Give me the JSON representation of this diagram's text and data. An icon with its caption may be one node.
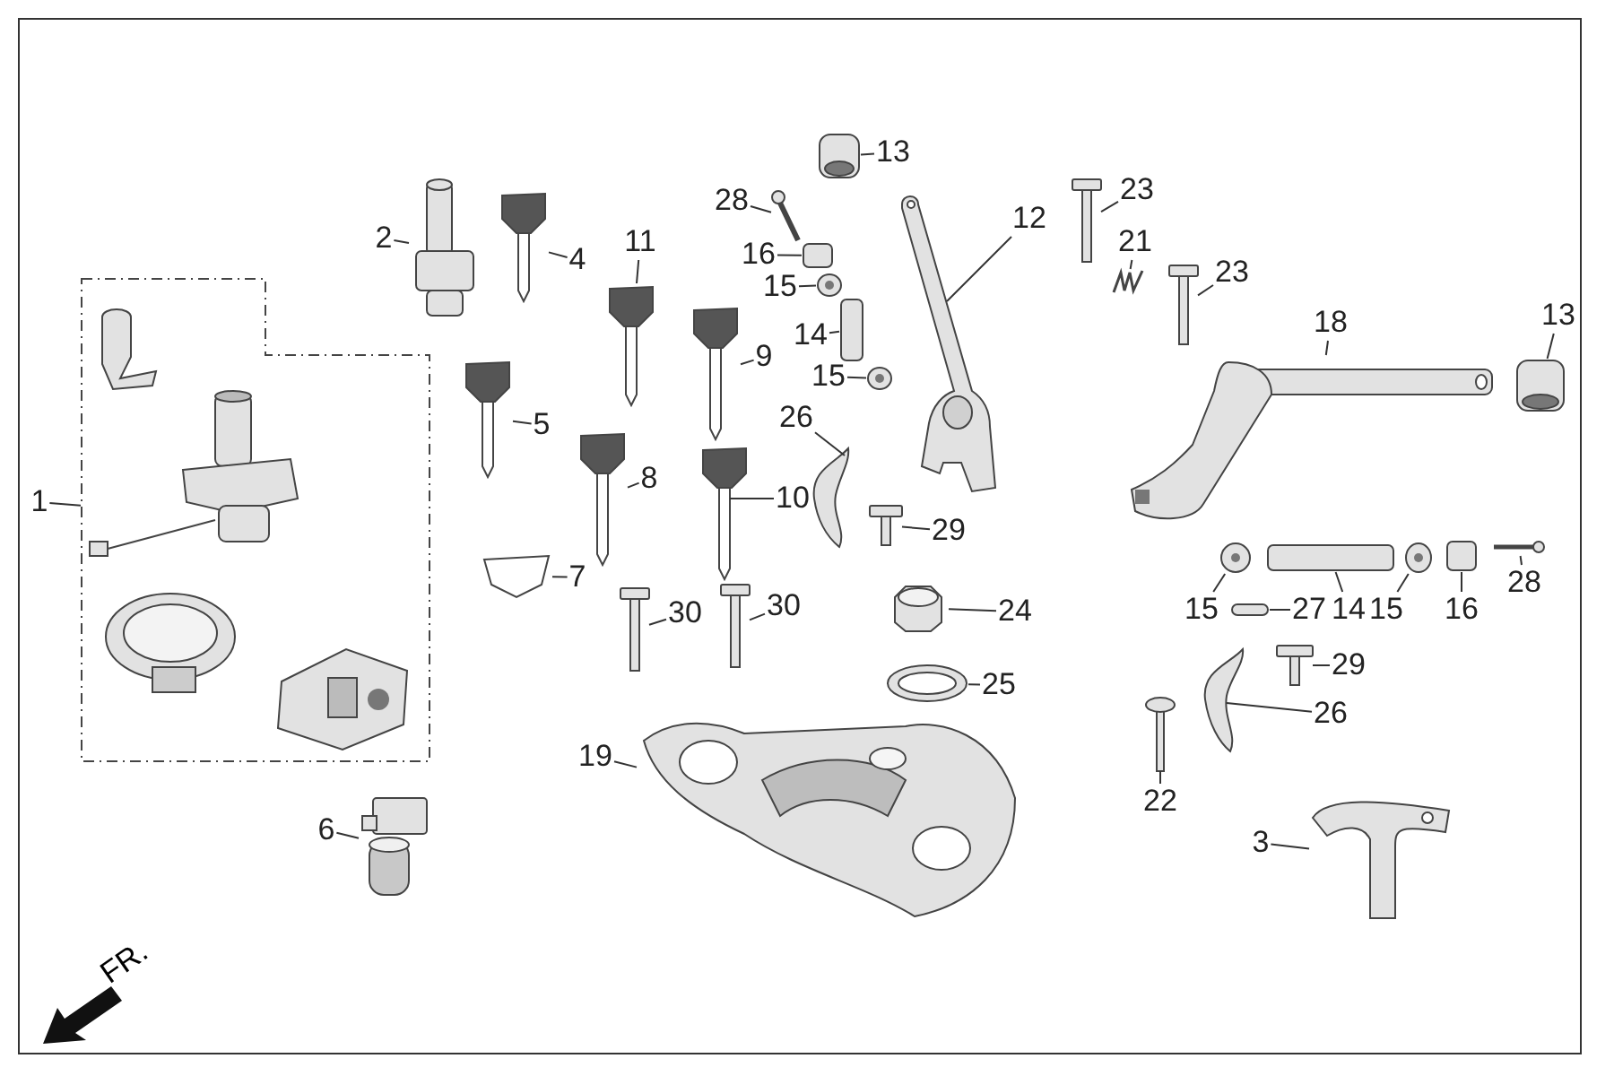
{
  "diagram": {
    "nodes": [
      {
        "text": [
          "1"
        ]
      },
      {
        "text": [],
        "shape": "picture"
      },
      {
        "text": [
          "2"
        ]
      },
      {
        "text": [],
        "shape": "picture"
      },
      {
        "text": [
          "3"
        ]
      },
      {
        "text": [],
        "shape": "picture"
      },
      {
        "text": [
          "4"
        ]
      },
      {
        "text": [],
        "shape": "picture"
      },
      {
        "text": [
          "5"
        ]
      },
      {
        "text": [],
        "shape": "picture"
      },
      {
        "text": [
          "6"
        ]
      },
      {
        "text": [],
        "shape": "picture"
      },
      {
        "text": [
          "7"
        ]
      },
      {
        "text": [],
        "shape": "picture"
      },
      {
        "text": [
          "8"
        ]
      },
      {
        "text": [],
        "shape": "picture"
      },
      {
        "text": [
          "9"
        ]
      },
      {
        "text": [],
        "shape": "picture"
      },
      {
        "text": [
          "10"
        ]
      },
      {
        "text": [],
        "shape": "picture"
      },
      {
        "text": [
          "11"
        ]
      },
      {
        "text": [],
        "shape": "picture"
      },
      {
        "text": [
          "12"
        ]
      },
      {
        "text": [],
        "shape": "picture"
      },
      {
        "text": [
          "13"
        ]
      },
      {
        "text": [],
        "shape": "picture"
      },
      {
        "text": [
          "13"
        ]
      },
      {
        "text": [],
        "shape": "picture"
      },
      {
        "text": [
          "14"
        ]
      },
      {
        "text": [],
        "shape": "box"
      },
      {
        "text": [
          "14"
        ]
      },
      {
        "text": [],
        "shape": "box"
      },
      {
        "text": [
          "15"
        ]
      },
      {
        "text": [],
        "shape": "picture"
      },
      {
        "text": [
          "15"
        ]
      },
      {
        "text": [],
        "shape": "picture"
      },
      {
        "text": [
          "15"
        ]
      },
      {
        "text": [],
        "shape": "picture"
      },
      {
        "text": [
          "15"
        ]
      },
      {
        "text": [],
        "shape": "picture"
      },
      {
        "text": [
          "16"
        ]
      },
      {
        "text": [],
        "shape": "box"
      },
      {
        "text": [
          "16"
        ]
      },
      {
        "text": [],
        "shape": "box"
      },
      {
        "text": [
          "18"
        ]
      },
      {
        "text": [],
        "shape": "picture"
      },
      {
        "text": [
          "19"
        ]
      },
      {
        "text": [],
        "shape": "picture"
      },
      {
        "text": [
          "21"
        ]
      },
      {
        "text": [],
        "shape": "picture"
      },
      {
        "text": [
          "22"
        ]
      },
      {
        "text": [],
        "shape": "picture"
      },
      {
        "text": [
          "23"
        ]
      },
      {
        "text": [],
        "shape": "picture"
      },
      {
        "text": [
          "23"
        ]
      },
      {
        "text": [],
        "shape": "picture"
      },
      {
        "text": [
          "24"
        ]
      },
      {
        "text": [],
        "shape": "picture"
      },
      {
        "text": [
          "25"
        ]
      },
      {
        "text": [],
        "shape": "picture"
      },
      {
        "text": [
          "26"
        ]
      },
      {
        "text": [],
        "shape": "picture"
      },
      {
        "text": [
          "26"
        ]
      },
      {
        "text": [],
        "shape": "picture"
      },
      {
        "text": [
          "27"
        ]
      },
      {
        "text": [],
        "shape": "box"
      },
      {
        "text": [
          "28"
        ]
      },
      {
        "text": [],
        "shape": "picture"
      },
      {
        "text": [
          "28"
        ]
      },
      {
        "text": [],
        "shape": "picture"
      },
      {
        "text": [
          "29"
        ]
      },
      {
        "text": [],
        "shape": "picture"
      },
      {
        "text": [
          "29"
        ]
      },
      {
        "text": [],
        "shape": "picture"
      },
      {
        "text": [
          "30"
        ]
      },
      {
        "text": [],
        "shape": "picture"
      },
      {
        "text": [
          "30"
        ]
      },
      {
        "text": [],
        "shape": "picture"
      }
    ],
    "edges": [
      {
        "from": 0,
        "to": 1,
        "arrow": "none"
      },
      {
        "from": 2,
        "to": 3,
        "arrow": "none"
      },
      {
        "from": 4,
        "to": 5,
        "arrow": "none"
      },
      {
        "from": 6,
        "to": 7,
        "arrow": "none"
      },
      {
        "from": 8,
        "to": 9,
        "arrow": "none"
      },
      {
        "from": 10,
        "to": 11,
        "arrow": "none"
      },
      {
        "from": 12,
        "to": 13,
        "arrow": "none"
      },
      {
        "from": 14,
        "to": 15,
        "arrow": "none"
      },
      {
        "from": 16,
        "to": 17,
        "arrow": "none"
      },
      {
        "from": 18,
        "to": 19,
        "arrow": "none"
      },
      {
        "from": 20,
        "to": 21,
        "arrow": "none"
      },
      {
        "from": 22,
        "to": 23,
        "arrow": "none"
      },
      {
        "from": 24,
        "to": 25,
        "arrow": "none"
      },
      {
        "from": 26,
        "to": 27,
        "arrow": "none"
      },
      {
        "from": 28,
        "to": 29,
        "arrow": "none"
      },
      {
        "from": 30,
        "to": 31,
        "arrow": "none"
      },
      {
        "from": 32,
        "to": 33,
        "arrow": "none"
      },
      {
        "from": 34,
        "to": 35,
        "arrow": "none"
      },
      {
        "from": 36,
        "to": 37,
        "arrow": "none"
      },
      {
        "from": 38,
        "to": 39,
        "arrow": "none"
      },
      {
        "from": 40,
        "to": 41,
        "arrow": "none"
      },
      {
        "from": 42,
        "to": 43,
        "arrow": "none"
      },
      {
        "from": 44,
        "to": 45,
        "arrow": "none"
      },
      {
        "from": 46,
        "to": 47,
        "arrow": "none"
      },
      {
        "from": 48,
        "to": 49,
        "arrow": "none"
      },
      {
        "from": 50,
        "to": 51,
        "arrow": "none"
      },
      {
        "from": 52,
        "to": 53,
        "arrow": "none"
      },
      {
        "from": 54,
        "to": 55,
        "arrow": "none"
      },
      {
        "from": 56,
        "to": 57,
        "arrow": "none"
      },
      {
        "from": 58,
        "to": 59,
        "arrow": "none"
      },
      {
        "from": 60,
        "to": 61,
        "arrow": "none"
      },
      {
        "from": 62,
        "to": 63,
        "arrow": "none"
      },
      {
        "from": 64,
        "to": 65,
        "arrow": "none"
      },
      {
        "from": 66,
        "to": 67,
        "arrow": "none"
      },
      {
        "from": 68,
        "to": 69,
        "arrow": "none"
      },
      {
        "from": 70,
        "to": 71,
        "arrow": "none"
      },
      {
        "from": 72,
        "to": 73,
        "arrow": "none"
      },
      {
        "from": 74,
        "to": 75,
        "arrow": "none"
      },
      {
        "from": 76,
        "to": 77,
        "arrow": "none"
      }
    ],
    "labels": [
      "FR."
    ]
  }
}
